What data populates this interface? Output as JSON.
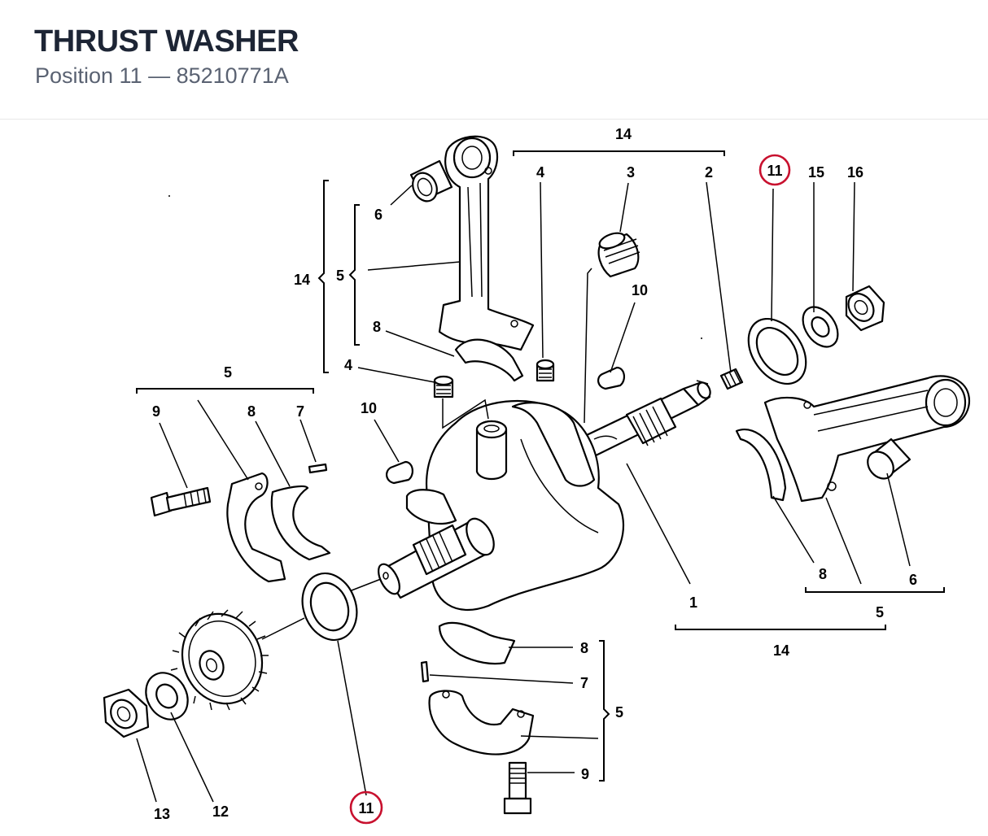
{
  "header": {
    "title": "THRUST WASHER",
    "subtitle": "Position 11 — 85210771A"
  },
  "highlight": {
    "position": "11",
    "color": "#c8102e"
  },
  "callouts": {
    "c14_top": "14",
    "c4_top": "4",
    "c3_top": "3",
    "c2_top": "2",
    "c11_top": "11",
    "c15": "15",
    "c16": "16",
    "c10_top": "10",
    "c6_left": "6",
    "c5_left": "5",
    "c14_left": "14",
    "c8_left": "8",
    "c4_left": "4",
    "c5_mid": "5",
    "c9_left": "9",
    "c8_mid": "8",
    "c7_left": "7",
    "c10_left": "10",
    "c1": "1",
    "c8_right": "8",
    "c6_right": "6",
    "c5_right": "5",
    "c14_bottom": "14",
    "c8_bottom": "8",
    "c7_bottom": "7",
    "c5_bottom": "5",
    "c9_bottom": "9",
    "c13": "13",
    "c12": "12",
    "c11_bottom": "11"
  }
}
